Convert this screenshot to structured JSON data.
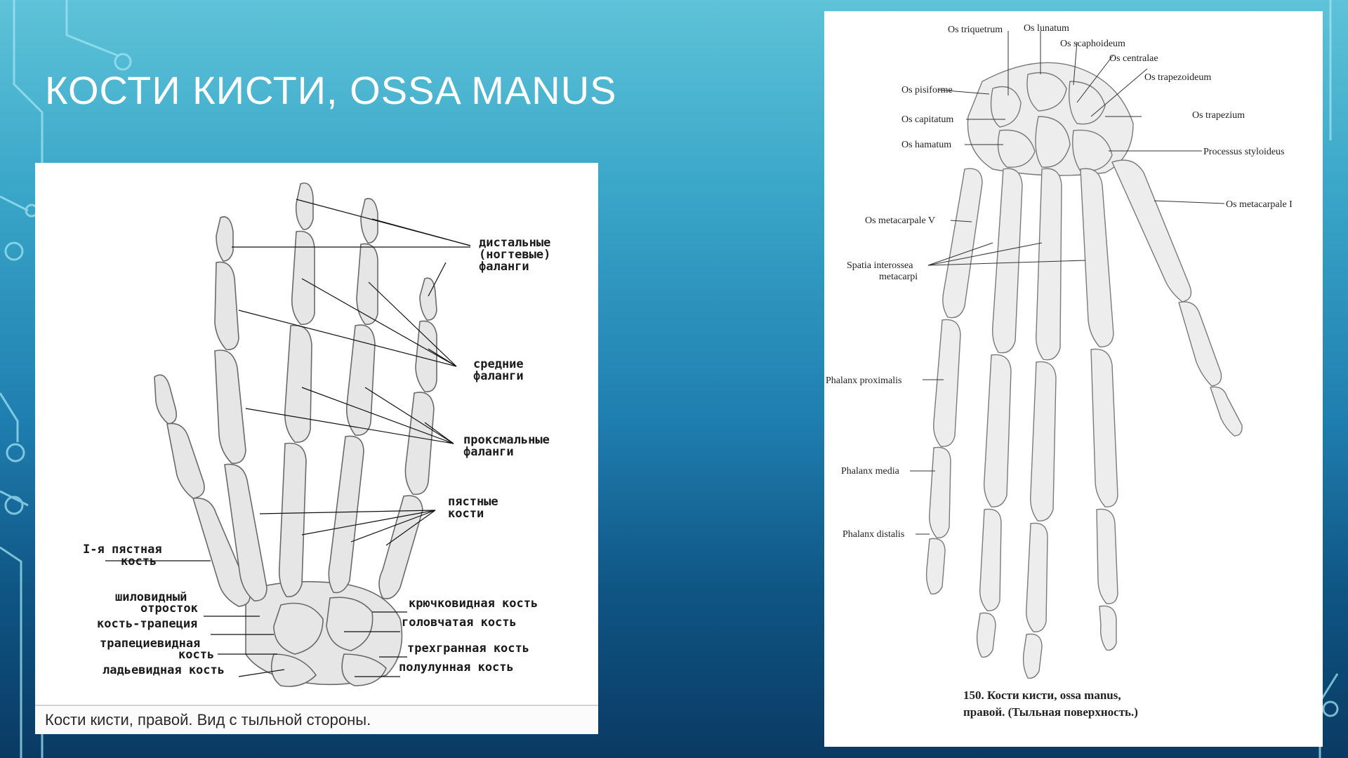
{
  "slide": {
    "title": "Кости кисти, Ossa manus"
  },
  "left_figure": {
    "caption": "Кости кисти, правой. Вид с тыльной стороны.",
    "labels": {
      "distal_1": "дистальные",
      "distal_2": "(ногтевые)",
      "distal_3": "фаланги",
      "middle_1": "средние",
      "middle_2": "фаланги",
      "proximal_1": "проксмальные",
      "proximal_2": "фаланги",
      "metacarpal_1": "пястные",
      "metacarpal_2": "кости",
      "first_meta_1": "I-я пястная",
      "first_meta_2": "кость",
      "styloid_1": "шиловидный",
      "styloid_2": "отросток",
      "trapezium": "кость-трапеция",
      "trapezoid_1": "трапециевидная",
      "trapezoid_2": "кость",
      "scaphoid": "ладьевидная кость",
      "hamate": "крючковидная кость",
      "capitate": "головчатая кость",
      "triquetrum": "трехгранная кость",
      "lunate": "полулунная кость"
    }
  },
  "right_figure": {
    "labels": {
      "os_triquetrum": "Os triquetrum",
      "os_lunatum": "Os lunatum",
      "os_scaphoideum": "Os scaphoideum",
      "os_centrale": "Os centralae",
      "os_trapezoideum": "Os trapezoideum",
      "os_pisiforme": "Os pisiforme",
      "os_capitatum": "Os capitatum",
      "os_trapezium": "Os trapezium",
      "os_hamatum": "Os hamatum",
      "processus_styloideus": "Processus styloideus",
      "os_metacarpale_v": "Os metacarpale V",
      "os_metacarpale_i": "Os metacarpale I",
      "spatia_1": "Spatia interossea",
      "spatia_2": "metacarpi",
      "phalanx_proximalis": "Phalanx proximalis",
      "phalanx_media": "Phalanx media",
      "phalanx_distalis": "Phalanx distalis"
    },
    "caption_line1": "150. Кости кисти, ossa manus,",
    "caption_line2": "правой. (Тыльная поверхность.)"
  }
}
